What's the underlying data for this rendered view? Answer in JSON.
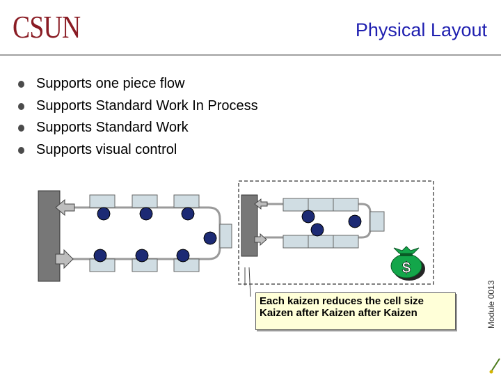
{
  "header": {
    "logo": "CSUN",
    "title": "Physical Layout"
  },
  "bullets": [
    "Supports one piece flow",
    "Supports Standard Work In Process",
    "Supports Standard Work",
    "Supports visual control"
  ],
  "diagram": {
    "money_symbol": "$",
    "caption": "Each kaizen reduces the cell size Kaizen after Kaizen after Kaizen"
  },
  "footer": {
    "module": "Module 0013"
  },
  "colors": {
    "logo": "#8a1c24",
    "title": "#1f1fb0",
    "station_fill": "#d0dde3",
    "worker": "#1c2a74",
    "money_bag": "#13a64a",
    "caption_bg": "#ffffd8"
  }
}
